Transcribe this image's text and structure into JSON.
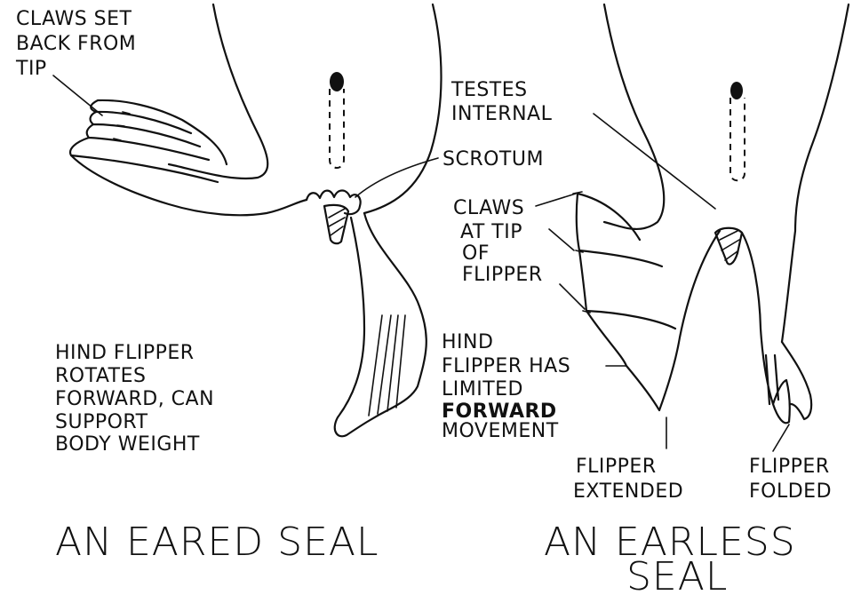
{
  "eared": {
    "claws_label": [
      "CLAWS SET",
      "BACK FROM",
      "TIP"
    ],
    "scrotum_label": "SCROTUM",
    "hind_label": [
      "HIND FLIPPER",
      "ROTATES",
      "FORWARD, CAN",
      "SUPPORT",
      "BODY WEIGHT"
    ],
    "title": "AN EARED SEAL"
  },
  "earless": {
    "testes_label": [
      "TESTES",
      "INTERNAL"
    ],
    "claws_label": [
      "CLAWS",
      "AT TIP",
      "OF",
      "FLIPPER"
    ],
    "hind_label_1": "HIND",
    "hind_label_2": "FLIPPER HAS",
    "hind_label_3": "LIMITED",
    "hind_label_4": "FORWARD",
    "hind_label_5": "MOVEMENT",
    "extended_label": [
      "FLIPPER",
      "EXTENDED"
    ],
    "folded_label": [
      "FLIPPER",
      "FOLDED"
    ],
    "title_1": "AN EARLESS",
    "title_2": "SEAL"
  }
}
